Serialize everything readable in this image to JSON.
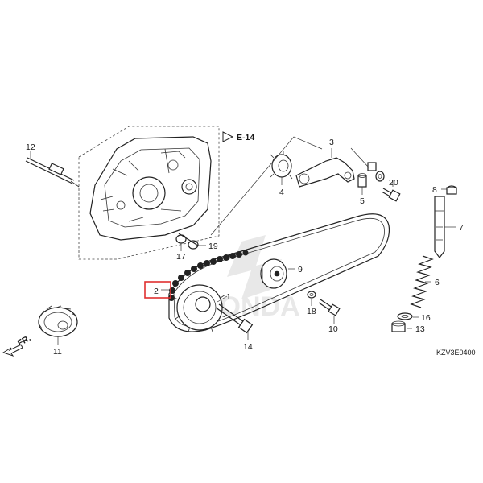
{
  "diagram": {
    "reference": "E-14",
    "code": "KZV3E0400",
    "direction": "FR.",
    "watermark": "HONDA",
    "highlight_color": "#e03030",
    "callouts": {
      "c1": "1",
      "c2": "2",
      "c3": "3",
      "c4": "4",
      "c5": "5",
      "c6": "6",
      "c7": "7",
      "c8": "8",
      "c9": "9",
      "c10": "10",
      "c11": "11",
      "c12": "12",
      "c13": "13",
      "c14": "14",
      "c16": "16",
      "c17": "17",
      "c18": "18",
      "c19": "19",
      "c20": "20"
    }
  }
}
